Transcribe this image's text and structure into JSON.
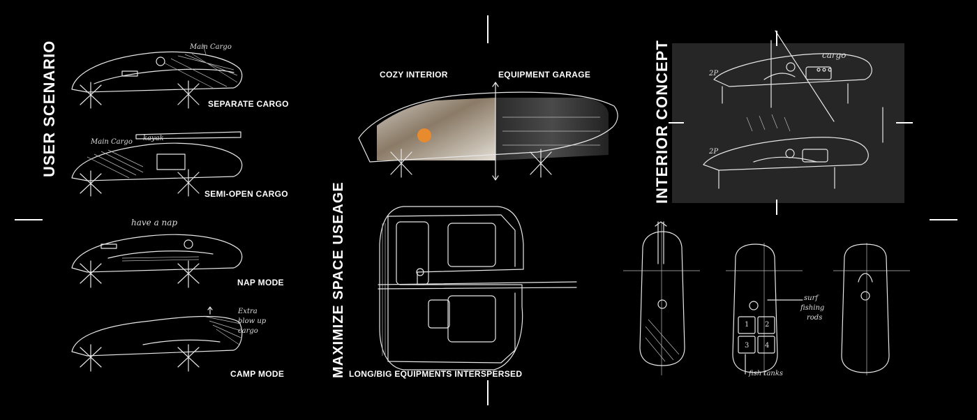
{
  "user_scenario": {
    "title": "USER SCENARIO",
    "items": [
      {
        "label": "SEPARATE CARGO",
        "notes": [
          "Main Cargo"
        ]
      },
      {
        "label": "SEMI-OPEN CARGO",
        "notes": [
          "kayak",
          "Main Cargo"
        ]
      },
      {
        "label": "NAP MODE",
        "notes": [
          "have a nap"
        ]
      },
      {
        "label": "CAMP MODE",
        "notes": [
          "Extra",
          "blow up",
          "cargo"
        ]
      }
    ]
  },
  "space": {
    "title": "MAXIMIZE SPACE USEAGE",
    "cozy_label": "COZY INTERIOR",
    "garage_label": "EQUIPMENT GARAGE",
    "bottom_label": "LONG/BIG EQUIPMENTS INTERSPERSED"
  },
  "interior": {
    "title": "INTERIOR CONCEPT",
    "notes": {
      "cargo": "cargo",
      "p1": "2P",
      "p2": "2P"
    },
    "plan_notes": {
      "surf": "surf",
      "fishing": "fishing",
      "rods": "rods",
      "tanks": "fish tanks"
    },
    "tank_numbers": [
      "1",
      "2",
      "3",
      "4"
    ]
  },
  "colors": {
    "background": "#000000",
    "panel": "#262626",
    "ink": "#e8e8e8"
  }
}
